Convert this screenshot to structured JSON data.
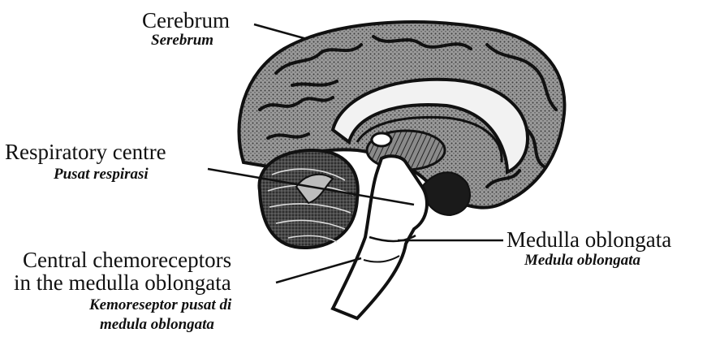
{
  "labels": {
    "cerebrum": {
      "english": "Cerebrum",
      "malay": "Serebrum"
    },
    "respiratory_centre": {
      "english": "Respiratory centre",
      "malay": "Pusat respirasi"
    },
    "medulla_oblongata": {
      "english": "Medulla oblongata",
      "malay": "Medula oblongata"
    },
    "central_chemoreceptors": {
      "english_line1": "Central chemoreceptors",
      "english_line2": "in the medulla oblongata",
      "malay_line1": "Kemoreseptor pusat di",
      "malay_line2": "medula oblongata"
    }
  },
  "colors": {
    "ink": "#111111",
    "background": "#ffffff",
    "shade": "#3a3a3a"
  }
}
